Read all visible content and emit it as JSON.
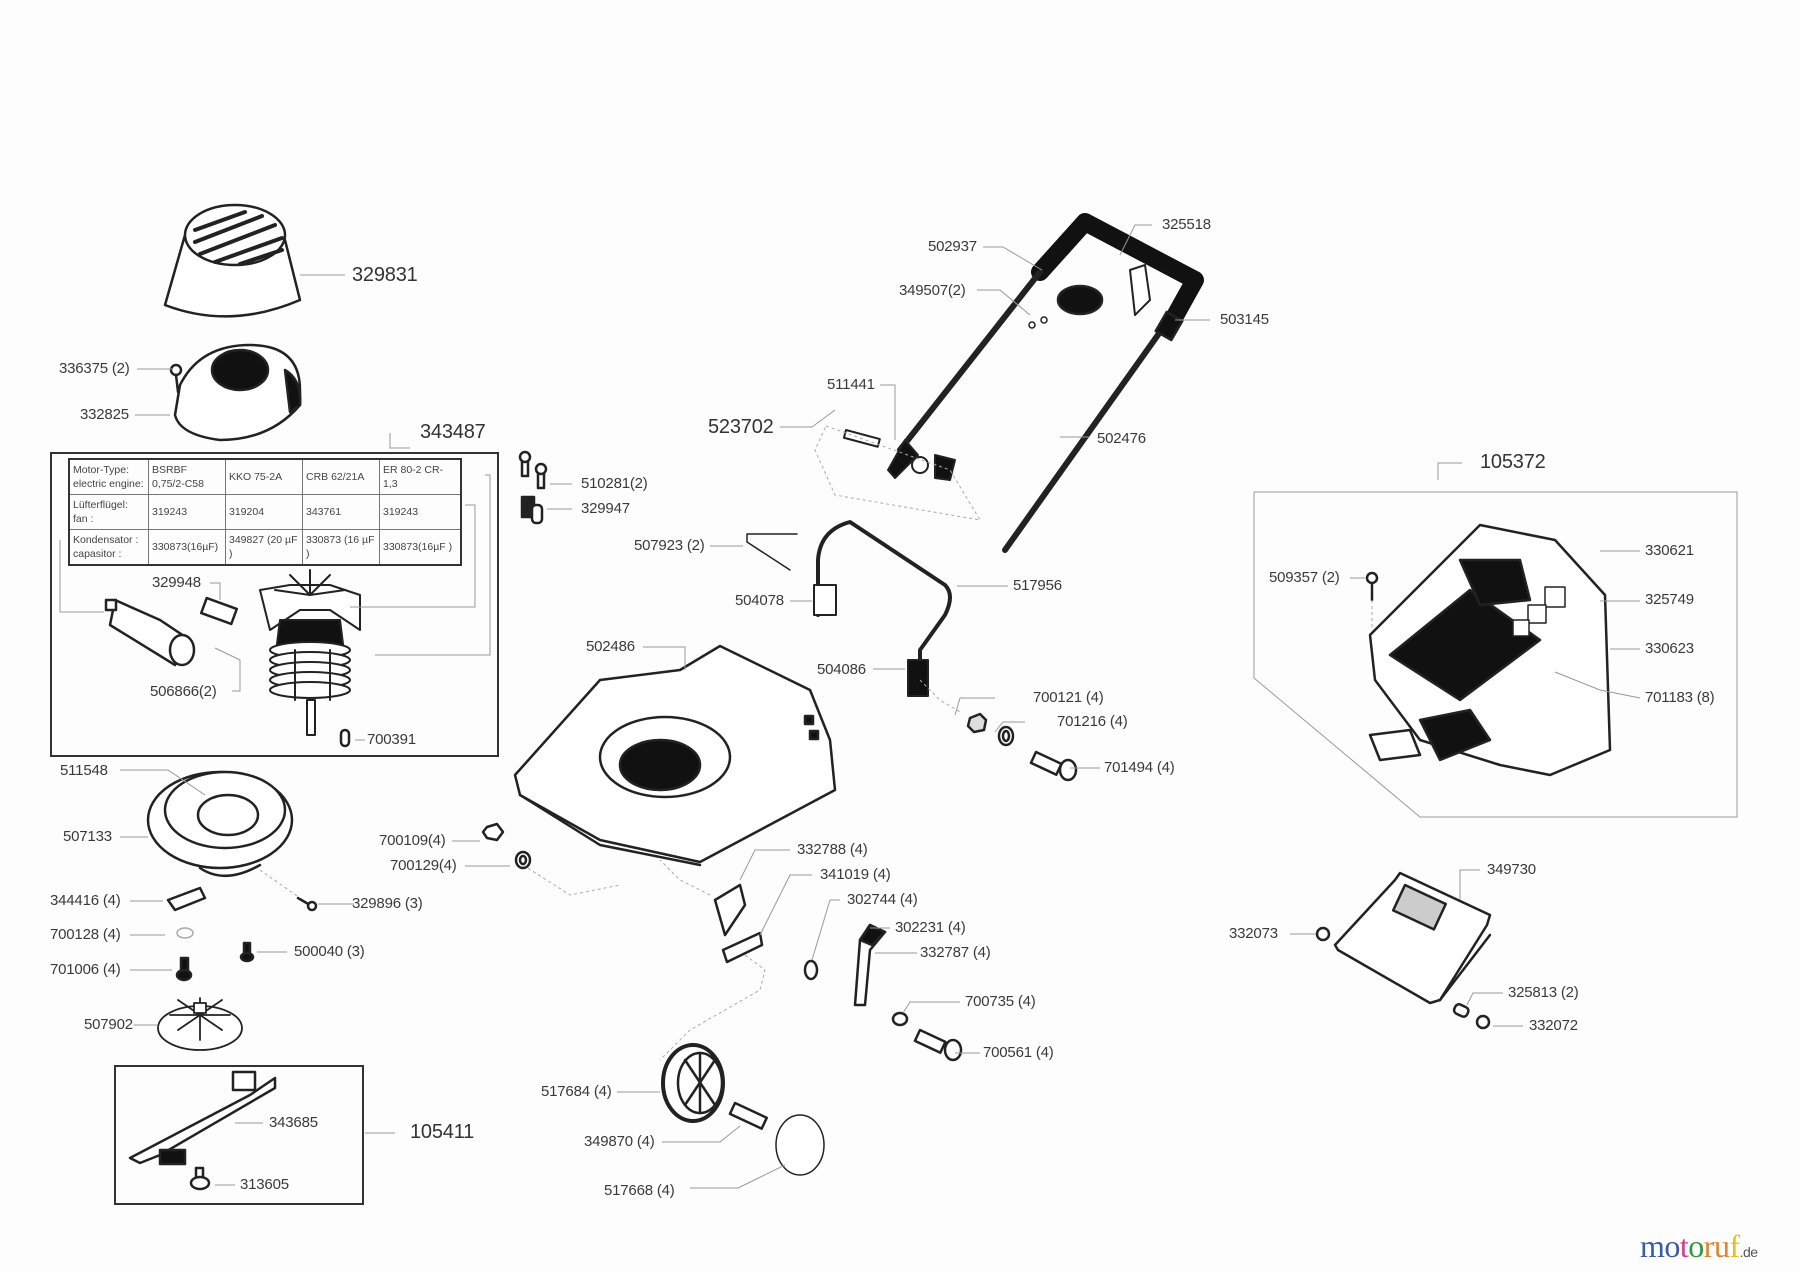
{
  "diagram": {
    "title": "Lawn mower exploded parts diagram",
    "assemblies": {
      "motor_box": "343487",
      "blade_box": "105411",
      "grass_box": "105372",
      "handle_kit": "523702"
    },
    "motor_table": {
      "rows": [
        {
          "header": "Motor-Type: electric engine:",
          "values": [
            "BSRBF 0,75/2-C58",
            "KKO 75-2A",
            "CRB 62/21A",
            "ER 80-2 CR-1,3"
          ]
        },
        {
          "header": "Lüfterflügel: fan :",
          "values": [
            "319243",
            "319204",
            "343761",
            "319243"
          ]
        },
        {
          "header": "Kondensator : capasitor :",
          "values": [
            "330873(16µF)",
            "349827 (20 µF )",
            "330873 (16 µF )",
            "330873(16µF )"
          ]
        }
      ]
    },
    "parts": {
      "p329831": "329831",
      "p336375": "336375 (2)",
      "p332825": "332825",
      "p329948": "329948",
      "p506866": "506866(2)",
      "p700391": "700391",
      "p511548": "511548",
      "p507133": "507133",
      "p344416": "344416 (4)",
      "p329896": "329896 (3)",
      "p700128": "700128 (4)",
      "p500040": "500040 (3)",
      "p701006": "701006 (4)",
      "p507902": "507902",
      "p343685": "343685",
      "p313605": "313605",
      "p510281": "510281(2)",
      "p329947": "329947",
      "p507923": "507923 (2)",
      "p504078": "504078",
      "p502486": "502486",
      "p504086": "504086",
      "p517956": "517956",
      "p502937": "502937",
      "p349507": "349507(2)",
      "p325518": "325518",
      "p503145": "503145",
      "p511441": "511441",
      "p502476": "502476",
      "p700121": "700121 (4)",
      "p701216": "701216 (4)",
      "p701494": "701494 (4)",
      "p700109": "700109(4)",
      "p700129": "700129(4)",
      "p332788": "332788 (4)",
      "p341019": "341019 (4)",
      "p302744": "302744 (4)",
      "p302231": "302231 (4)",
      "p332787": "332787 (4)",
      "p700735": "700735 (4)",
      "p700561": "700561 (4)",
      "p517684": "517684 (4)",
      "p349870": "349870 (4)",
      "p517668": "517668 (4)",
      "p509357": "509357 (2)",
      "p330621": "330621",
      "p325749": "325749",
      "p330623": "330623",
      "p701183": "701183 (8)",
      "p349730": "349730",
      "p332073": "332073",
      "p325813": "325813 (2)",
      "p332072": "332072"
    },
    "watermark": {
      "letters": [
        "m",
        "o",
        "t",
        "o",
        "r",
        "u",
        "f"
      ],
      "colors": [
        "#3b5ba8",
        "#3b5ba8",
        "#d9388a",
        "#2e9a3d",
        "#e0832a",
        "#e0832a",
        "#e0c020"
      ],
      "tld": ".de"
    }
  }
}
